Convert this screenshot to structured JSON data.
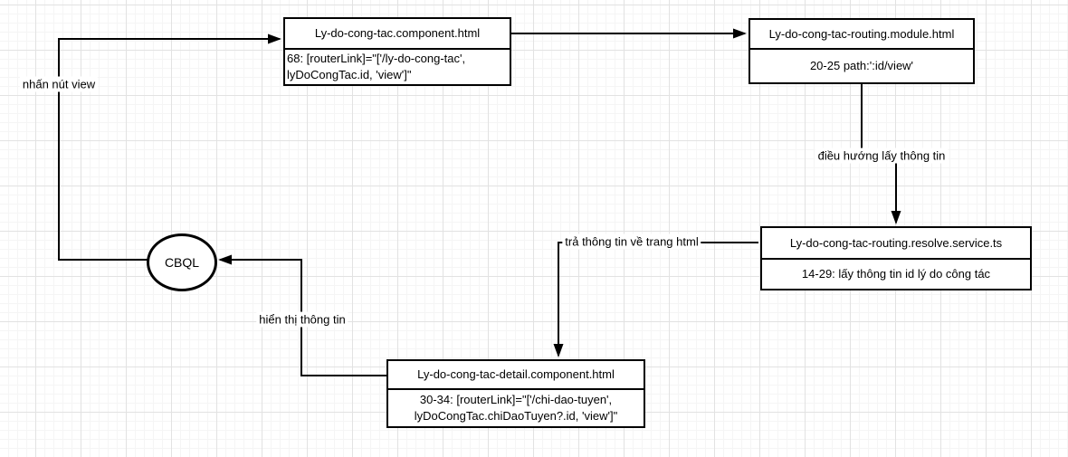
{
  "diagram": {
    "nodes": {
      "component_html": {
        "title": "Ly-do-cong-tac.component.html",
        "body": "68: [routerLink]=\"['/ly-do-cong-tac', lyDoCongTac.id, 'view']\""
      },
      "routing_module": {
        "title": "Ly-do-cong-tac-routing.module.html",
        "body": "20-25 path:':id/view'"
      },
      "resolve_service": {
        "title": "Ly-do-cong-tac-routing.resolve.service.ts",
        "body": "14-29: lấy thông tin id lý do công tác"
      },
      "detail_component": {
        "title": "Ly-do-cong-tac-detail.component.html",
        "body": "30-34: [routerLink]=\"['/chi-dao-tuyen', lyDoCongTac.chiDaoTuyen?.id, 'view']\""
      },
      "actor": {
        "label": "CBQL"
      }
    },
    "edge_labels": {
      "click_view": "nhấn nút view",
      "navigate": "điều hướng lấy thông tin",
      "return_info": "trả thông tin về trang html",
      "display_info": "hiển thị thông tin"
    },
    "colors": {
      "stroke": "#000000",
      "node_fill": "#ffffff",
      "grid_minor": "#f5f5f5",
      "grid_major": "#e2e2e2"
    }
  }
}
